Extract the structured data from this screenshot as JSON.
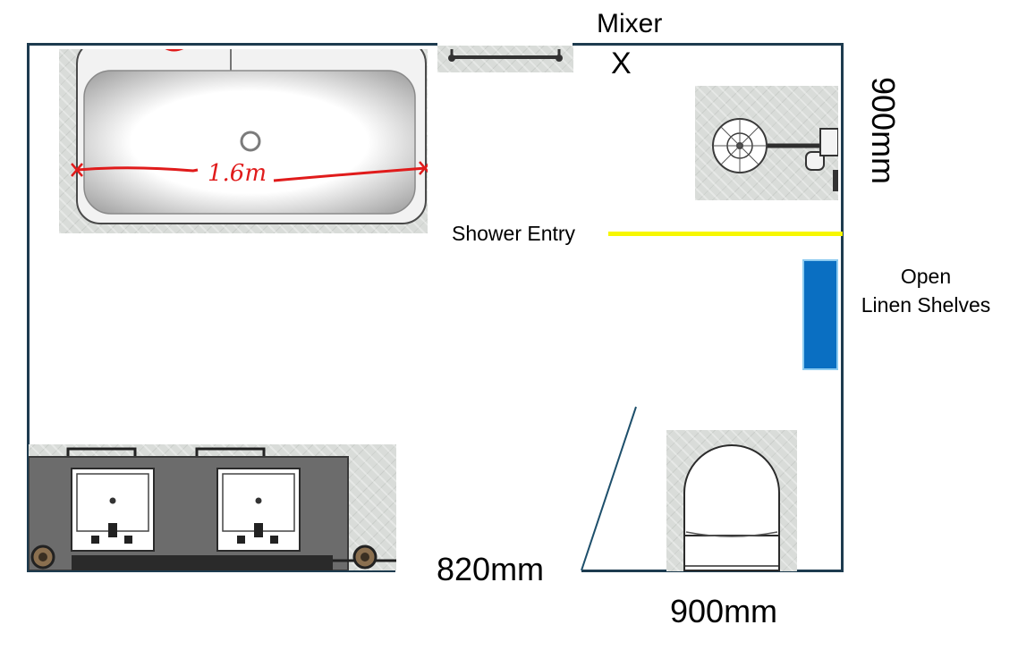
{
  "labels": {
    "mixer": "Mixer",
    "mixer_mark": "X",
    "shower_entry": "Shower Entry",
    "linen_shelves_line1": "Open",
    "linen_shelves_line2": "Linen Shelves",
    "dim_820": "820mm",
    "dim_900_bottom": "900mm",
    "dim_900_right": "900mm",
    "bath_length": "1.6m"
  },
  "colors": {
    "wall": "#1d3b4f",
    "shower_entry_line": "#f7f700",
    "linen_shelves_fill": "#0a6fc2",
    "linen_shelves_border": "#8ccbf0",
    "bath_measure": "#e01b1b"
  },
  "icons": {
    "bath": "freestanding-bathtub",
    "towel_rail": "towel-rail",
    "shower": "rain-shower-head",
    "vanity": "double-basin-vanity",
    "toilet": "toilet"
  }
}
